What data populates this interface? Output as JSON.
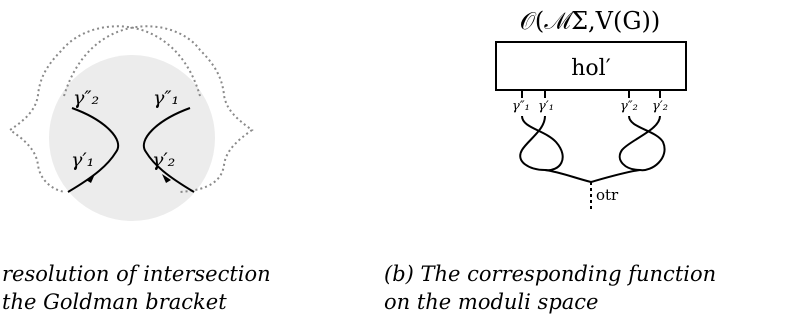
{
  "left_figure": {
    "labels": {
      "g2pp": "γ″₂",
      "g1pp": "γ″₁",
      "g1p": "γ′₁",
      "g2p": "γ′₂"
    }
  },
  "right_figure": {
    "title": "𝒪(ℳΣ,V(G))",
    "box_label": "hol′",
    "strands": [
      "γ″₁",
      "γ′₁",
      "γ″₂",
      "γ′₂"
    ],
    "base_label": "otr"
  },
  "captions": {
    "left_line1": "resolution of intersection",
    "left_line2": "the Goldman bracket",
    "right_line1": "(b) The corresponding function",
    "right_line2": "on the moduli space"
  }
}
